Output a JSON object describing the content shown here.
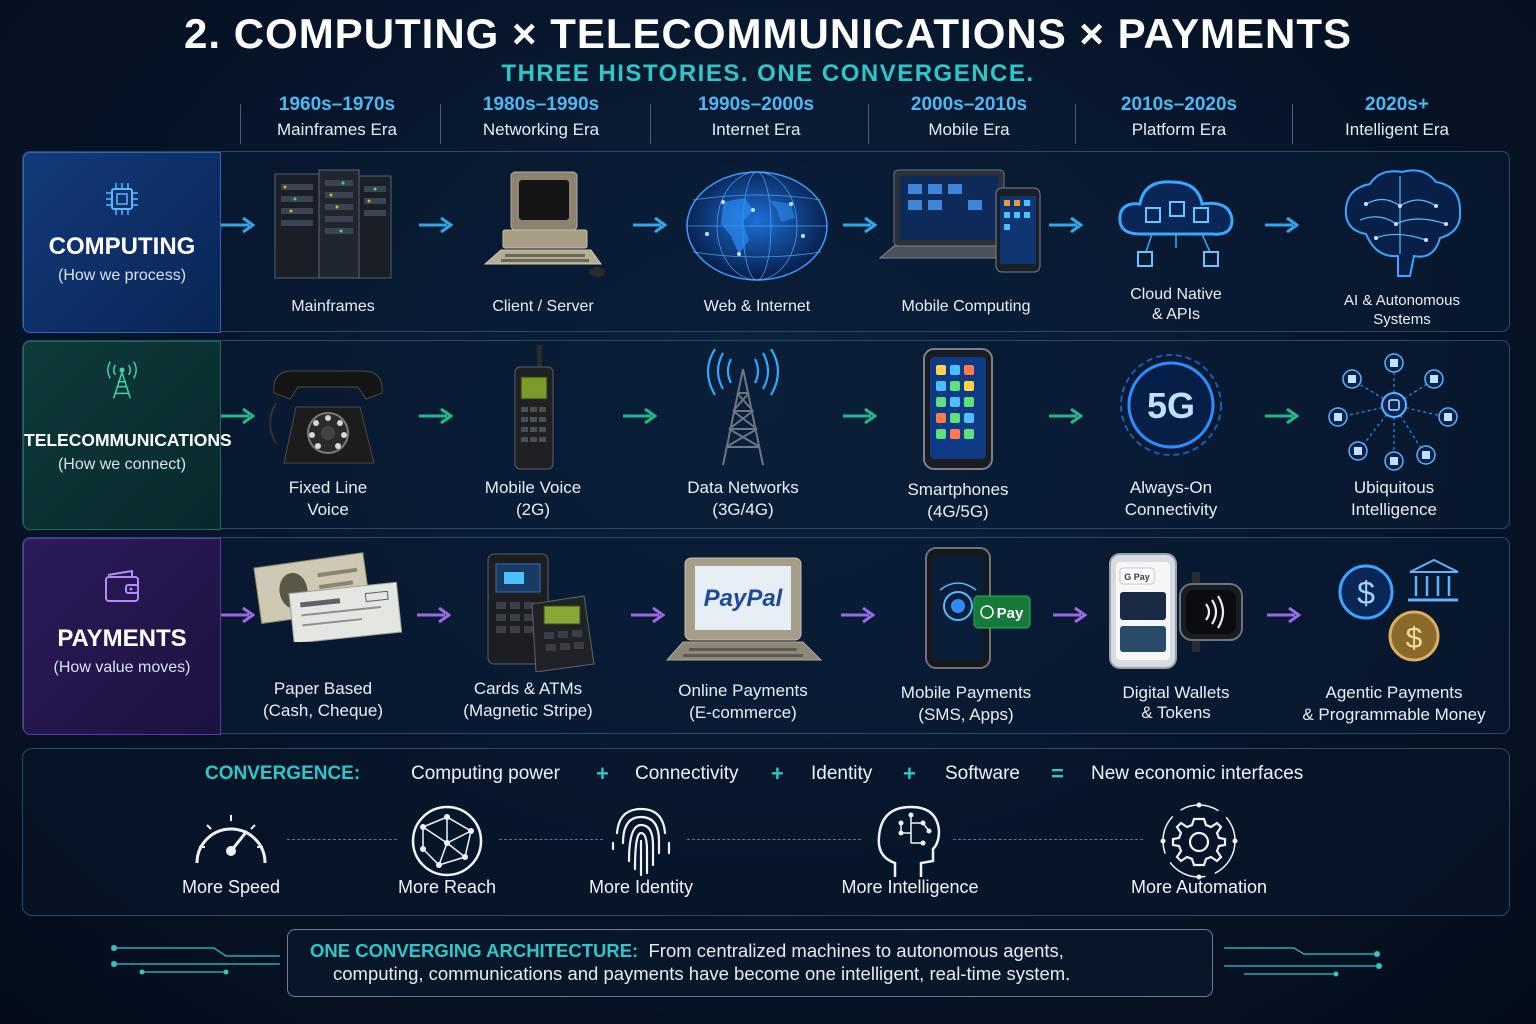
{
  "title": "2. COMPUTING × TELECOMMUNICATIONS × PAYMENTS",
  "subtitle": "THREE HISTORIES. ONE CONVERGENCE.",
  "eras": [
    {
      "years": "1960s–1970s",
      "name": "Mainframes Era"
    },
    {
      "years": "1980s–1990s",
      "name": "Networking Era"
    },
    {
      "years": "1990s–2000s",
      "name": "Internet Era"
    },
    {
      "years": "2000s–2010s",
      "name": "Mobile Era"
    },
    {
      "years": "2010s–2020s",
      "name": "Platform Era"
    },
    {
      "years": "2020s+",
      "name": "Intelligent Era"
    }
  ],
  "rows": [
    {
      "title": "COMPUTING",
      "sub": "(How we process)",
      "icon": "cpu-chip-icon",
      "accent": "#2ea8e6",
      "items": [
        {
          "l1": "Mainframes",
          "l2": "",
          "icon": "server-rack-icon"
        },
        {
          "l1": "Client / Server",
          "l2": "",
          "icon": "retro-computer-icon"
        },
        {
          "l1": "Web & Internet",
          "l2": "",
          "icon": "globe-network-icon"
        },
        {
          "l1": "Mobile Computing",
          "l2": "",
          "icon": "laptop-phone-icon"
        },
        {
          "l1": "Cloud Native",
          "l2": "& APIs",
          "icon": "cloud-icon"
        },
        {
          "l1": "AI & Autonomous",
          "l2": "Systems",
          "icon": "brain-icon"
        }
      ]
    },
    {
      "title": "TELECOMMUNICATIONS",
      "sub": "(How we connect)",
      "icon": "antenna-tower-icon",
      "accent": "#22b88a",
      "items": [
        {
          "l1": "Fixed Line",
          "l2": "Voice",
          "icon": "rotary-phone-icon"
        },
        {
          "l1": "Mobile Voice",
          "l2": "(2G)",
          "icon": "brick-phone-icon"
        },
        {
          "l1": "Data Networks",
          "l2": "(3G/4G)",
          "icon": "cell-tower-icon"
        },
        {
          "l1": "Smartphones",
          "l2": "(4G/5G)",
          "icon": "smartphone-icon"
        },
        {
          "l1": "Always-On",
          "l2": "Connectivity",
          "icon": "5g-icon"
        },
        {
          "l1": "Ubiquitous",
          "l2": "Intelligence",
          "icon": "connected-devices-icon"
        }
      ]
    },
    {
      "title": "PAYMENTS",
      "sub": "(How value moves)",
      "icon": "wallet-icon",
      "accent": "#9a6ae6",
      "items": [
        {
          "l1": "Paper Based",
          "l2": "(Cash, Cheque)",
          "icon": "cash-cheque-icon"
        },
        {
          "l1": "Cards & ATMs",
          "l2": "(Magnetic Stripe)",
          "icon": "card-terminal-icon"
        },
        {
          "l1": "Online Payments",
          "l2": "(E-commerce)",
          "icon": "paypal-computer-icon"
        },
        {
          "l1": "Mobile Payments",
          "l2": "(SMS, Apps)",
          "icon": "mobile-pay-icon"
        },
        {
          "l1": "Digital Wallets",
          "l2": "& Tokens",
          "icon": "wallet-watch-icon"
        },
        {
          "l1": "Agentic Payments",
          "l2": "& Programmable Money",
          "icon": "coins-bank-icon"
        }
      ]
    }
  ],
  "logos": {
    "paypal": "PayPal",
    "pay": "Pay",
    "gpay": "G Pay",
    "five_g": "5G"
  },
  "convergence": {
    "label": "CONVERGENCE:",
    "terms": [
      "Computing power",
      "Connectivity",
      "Identity",
      "Software"
    ],
    "plus": "+",
    "equals": "=",
    "result": "New economic interfaces",
    "benefits": [
      {
        "label": "More Speed",
        "icon": "speedometer-icon"
      },
      {
        "label": "More Reach",
        "icon": "network-globe-icon"
      },
      {
        "label": "More Identity",
        "icon": "fingerprint-icon"
      },
      {
        "label": "More Intelligence",
        "icon": "head-circuit-icon"
      },
      {
        "label": "More Automation",
        "icon": "gear-automation-icon"
      }
    ]
  },
  "footer": {
    "highlight": "ONE CONVERGING ARCHITECTURE:",
    "line1": "From centralized machines to autonomous agents,",
    "line2": "computing, communications and payments have become one intelligent, real-time system."
  },
  "colors": {
    "cyan": "#2ec7c9",
    "blue": "#4fb8f2",
    "green": "#22b88a",
    "purple": "#9a6ae6"
  }
}
